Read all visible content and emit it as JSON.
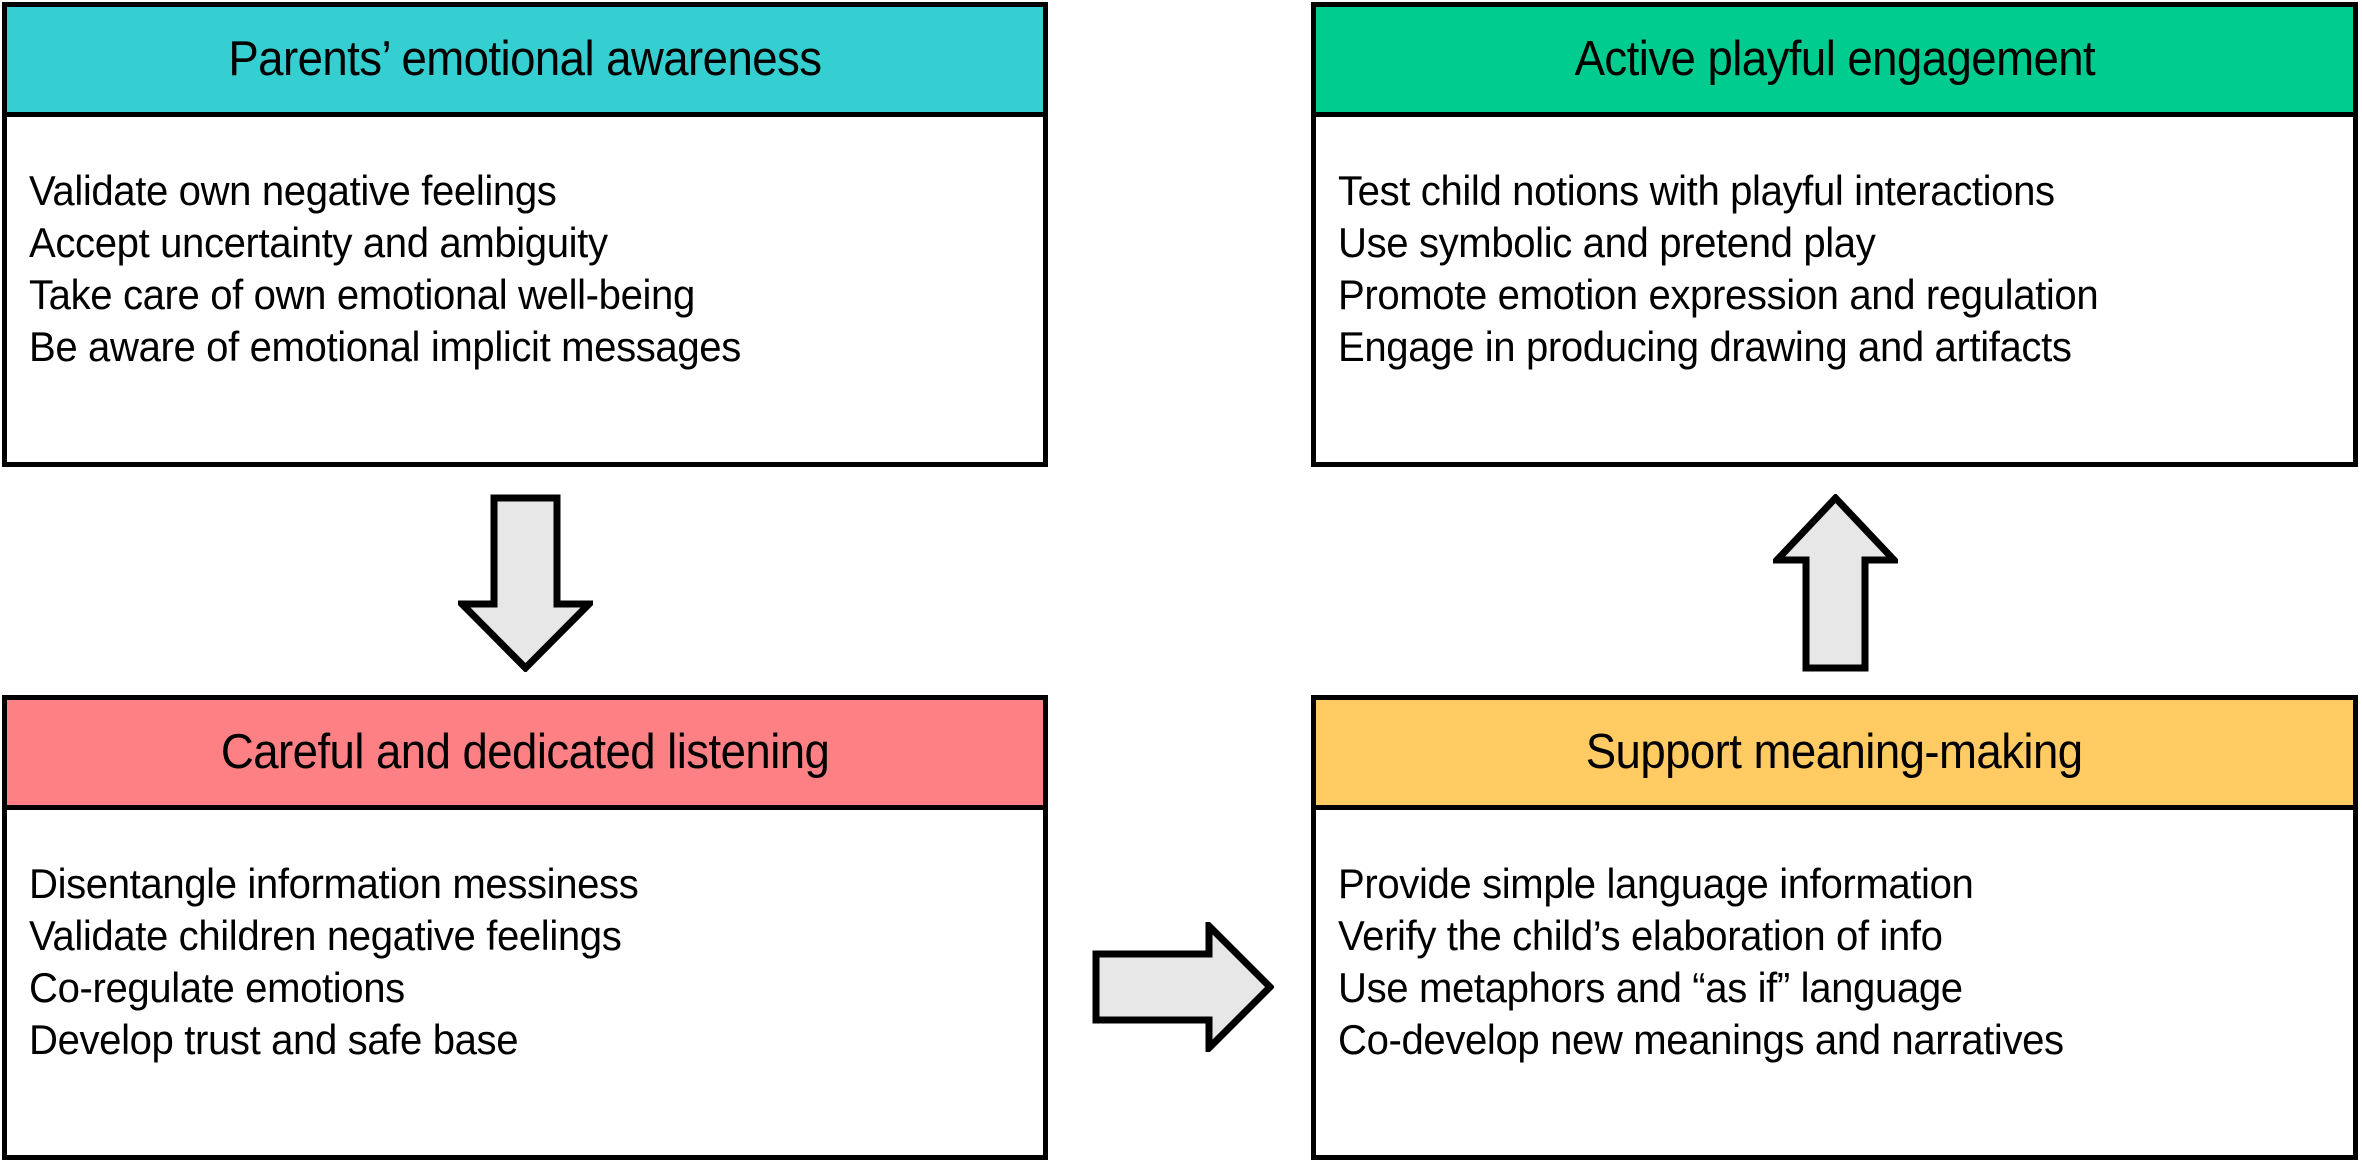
{
  "diagram": {
    "title": "Parental support strategies diagram",
    "colors": {
      "teal": "#35CFD2",
      "green": "#00CC8F",
      "salmon": "#FC8084",
      "amber": "#FFCB62",
      "arrow_fill": "#E7E7E7",
      "outline": "#000000",
      "text": "#000000"
    },
    "boxes": [
      {
        "id": "parents-emotional-awareness",
        "title": "Parents’ emotional awareness",
        "header_color": "#35CFD2",
        "lines": [
          "Validate own negative feelings",
          "Accept uncertainty and ambiguity",
          "Take care of own emotional well-being",
          "Be aware of emotional implicit messages"
        ]
      },
      {
        "id": "active-playful-engagement",
        "title": "Active playful engagement",
        "header_color": "#00CC8F",
        "lines": [
          "Test child notions with playful interactions",
          "Use symbolic and pretend play",
          "Promote emotion expression and regulation",
          "Engage in producing drawing and artifacts"
        ]
      },
      {
        "id": "careful-and-dedicated-listening",
        "title": "Careful and dedicated listening",
        "header_color": "#FC8084",
        "lines": [
          "Disentangle information messiness",
          "Validate children negative feelings",
          "Co-regulate emotions",
          "Develop trust and safe base"
        ]
      },
      {
        "id": "support-meaning-making",
        "title": "Support meaning-making",
        "header_color": "#FFCB62",
        "lines": [
          "Provide simple language information",
          "Verify the child’s elaboration of info",
          "Use metaphors and “as if” language",
          "Co-develop new meanings and narratives"
        ]
      }
    ],
    "arrows": [
      {
        "id": "arrow-down",
        "icon": "arrow-down-icon",
        "from": "parents-emotional-awareness",
        "to": "careful-and-dedicated-listening",
        "direction": "down"
      },
      {
        "id": "arrow-right",
        "icon": "arrow-right-icon",
        "from": "careful-and-dedicated-listening",
        "to": "support-meaning-making",
        "direction": "right"
      },
      {
        "id": "arrow-up",
        "icon": "arrow-up-icon",
        "from": "support-meaning-making",
        "to": "active-playful-engagement",
        "direction": "up"
      }
    ]
  }
}
